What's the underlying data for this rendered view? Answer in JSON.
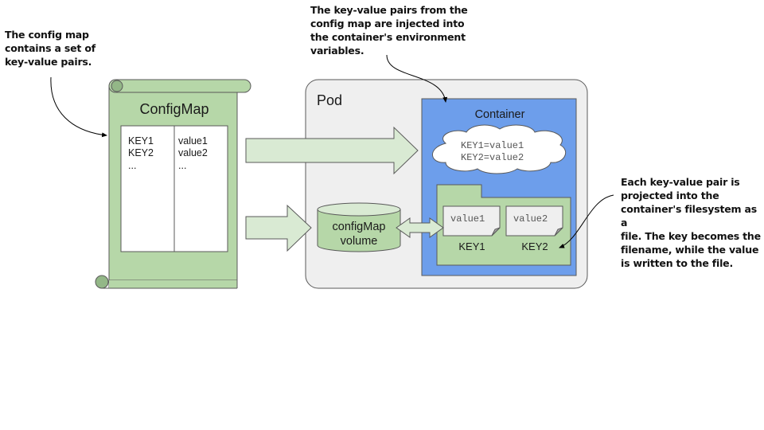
{
  "annotations": {
    "configmap_note": "The config map\ncontains a set of\nkey-value pairs.",
    "env_note": "The key-value pairs from the\nconfig map are injected into\nthe container's environment\nvariables.",
    "file_note": "Each key-value pair is\nprojected into the\ncontainer's filesystem as a\nfile. The key becomes the\nfilename, while the value\nis written to the file."
  },
  "configmap": {
    "title": "ConfigMap",
    "keys": [
      "KEY1",
      "KEY2",
      "..."
    ],
    "values": [
      "value1",
      "value2",
      "..."
    ]
  },
  "pod": {
    "label": "Pod",
    "volume": {
      "line1": "configMap",
      "line2": "volume"
    }
  },
  "container": {
    "label": "Container",
    "env_vars": [
      "KEY1=value1",
      "KEY2=value2"
    ],
    "files": [
      {
        "content": "value1",
        "name": "KEY1"
      },
      {
        "content": "value2",
        "name": "KEY2"
      }
    ]
  },
  "colors": {
    "configmap_fill": "#b6d7a8",
    "arrow_fill": "#d9ead3",
    "pod_fill": "#efefef",
    "container_fill": "#6d9eeb",
    "file_fill": "#efefef",
    "outline": "#595959"
  }
}
